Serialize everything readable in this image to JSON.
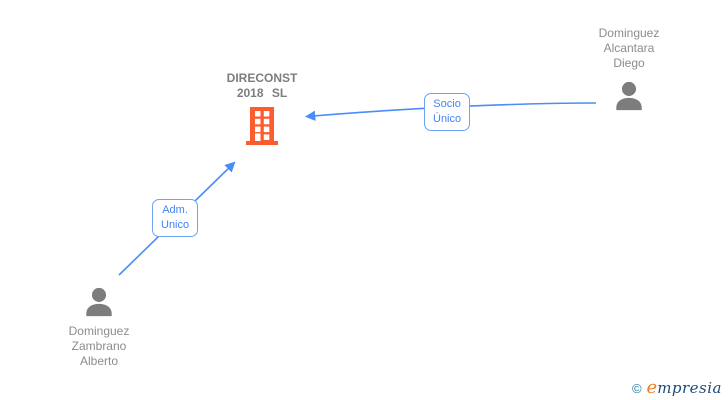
{
  "diagram": {
    "company": {
      "title_line1": "DIRECONST",
      "title_line2": "2018 SL"
    },
    "persons": [
      {
        "id": "diego",
        "name_line1": "Dominguez",
        "name_line2": "Alcantara",
        "name_line3": "Diego"
      },
      {
        "id": "alberto",
        "name_line1": "Dominguez",
        "name_line2": "Zambrano",
        "name_line3": "Alberto"
      }
    ],
    "relations": [
      {
        "from": "Dominguez Alcantara Diego",
        "to": "DIRECONST 2018 SL",
        "label_line1": "Socio",
        "label_line2": "Único"
      },
      {
        "from": "Dominguez Zambrano Alberto",
        "to": "DIRECONST 2018 SL",
        "label_line1": "Adm.",
        "label_line2": "Unico"
      }
    ]
  },
  "watermark": {
    "copyright": "©",
    "brand_first_letter": "e",
    "brand_rest": "mpresia"
  },
  "icons": {
    "building": "building-icon",
    "person": "person-icon"
  },
  "colors": {
    "arrow_blue": "#4b8df6",
    "label_border_blue": "#6ea3f5",
    "label_text_blue": "#4285f4",
    "building_orange": "#fd5c2e",
    "person_gray": "#7d7d7d",
    "name_text_gray": "#8c8c8c",
    "company_text_gray": "#7d7d7d",
    "logo_copyright_teal": "#2b7fa8",
    "logo_e_orange": "#ef7d22",
    "logo_text_navy": "#1c4a77"
  }
}
